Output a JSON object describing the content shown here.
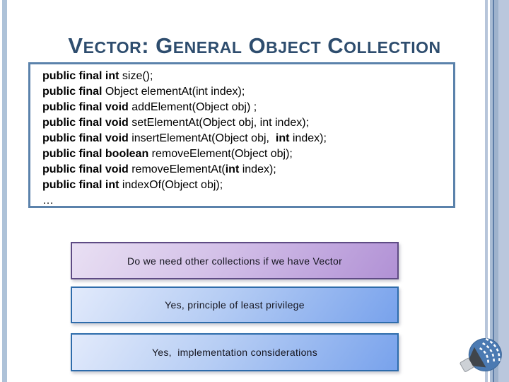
{
  "slide": {
    "title": "Vector: General Object Collection",
    "code_box": {
      "lines": [
        [
          {
            "text": "public final int",
            "bold": true
          },
          {
            "text": " size();",
            "bold": false
          }
        ],
        [
          {
            "text": "public final",
            "bold": true
          },
          {
            "text": " Object elementAt(int index);",
            "bold": false
          }
        ],
        [
          {
            "text": "public final void",
            "bold": true
          },
          {
            "text": " addElement(Object obj) ;",
            "bold": false
          }
        ],
        [
          {
            "text": "public final void",
            "bold": true
          },
          {
            "text": " setElementAt(Object obj, int index);",
            "bold": false
          }
        ],
        [
          {
            "text": "public final void",
            "bold": true
          },
          {
            "text": " insertElementAt(Object obj,  ",
            "bold": false
          },
          {
            "text": "int",
            "bold": true
          },
          {
            "text": " index);",
            "bold": false
          }
        ],
        [
          {
            "text": "public final boolean",
            "bold": true
          },
          {
            "text": " removeElement(Object obj);",
            "bold": false
          }
        ],
        [
          {
            "text": "public final void",
            "bold": true
          },
          {
            "text": " removeElementAt(",
            "bold": false
          },
          {
            "text": "int",
            "bold": true
          },
          {
            "text": " index);",
            "bold": false
          }
        ],
        [
          {
            "text": "public final int",
            "bold": true
          },
          {
            "text": " indexOf(Object obj);",
            "bold": false
          }
        ],
        [
          {
            "text": "…",
            "bold": false
          }
        ]
      ]
    },
    "callouts": [
      {
        "label": "Do we need other collections if we have Vector",
        "theme": "purple"
      },
      {
        "label": "Yes, principle of least privilege",
        "theme": "blue"
      },
      {
        "label": "Yes,  implementation considerations",
        "theme": "blue"
      }
    ],
    "icons": {
      "audio_icon": "speaker-icon"
    },
    "colors": {
      "title_text": "#2e4d6e",
      "code_border": "#5b82ab",
      "purple_border": "#5e4b84",
      "purple_fill_start": "#e9e0f3",
      "purple_fill_end": "#b191d5",
      "blue_border": "#2e6cab",
      "blue_fill_start": "#e2eafb",
      "blue_fill_end": "#78a2ec",
      "frame_stripe_left": "#aec2d8",
      "frame_stripe_dark": "#5d7ca6",
      "speaker_circle": "#4b7ab2"
    }
  }
}
